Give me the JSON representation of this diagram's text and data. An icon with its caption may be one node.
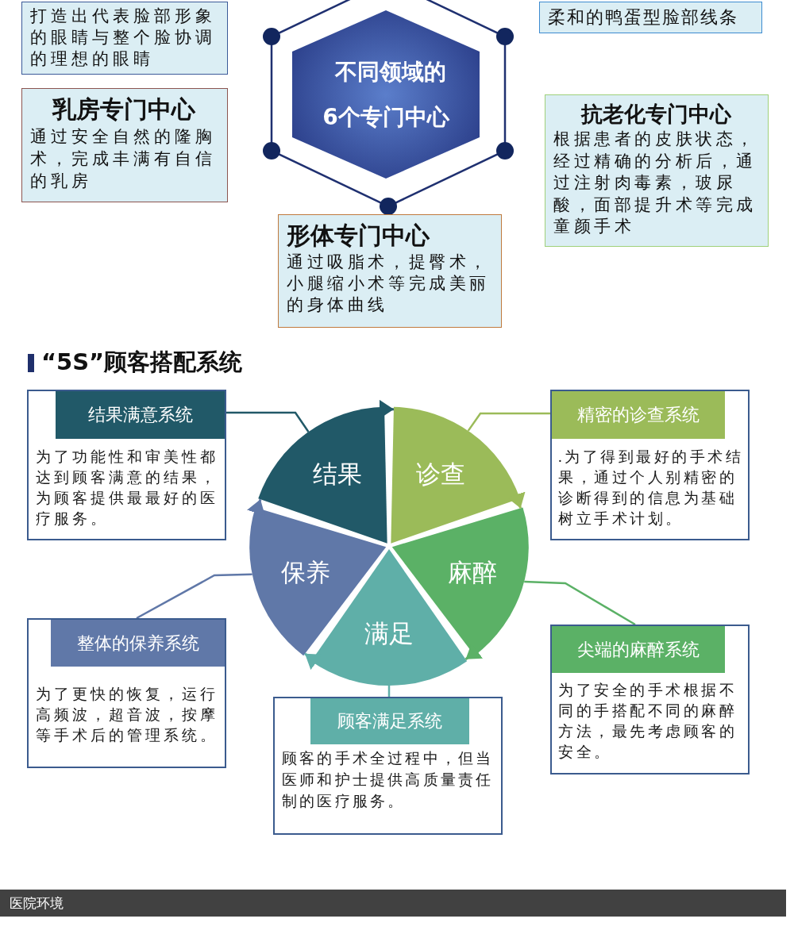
{
  "diagram": {
    "title": "“5S”顾客搭配系统",
    "nodes": [
      {
        "text": [
          "打造出代表脸部形象的眼睛与整个脸协调的理想的眼睛"
        ]
      },
      {
        "text": [
          "不同领域的6个专门中心"
        ]
      },
      {
        "text": [
          "柔和的鸭蛋型脸部线条"
        ]
      },
      {
        "text": [
          "乳房专门中心",
          "通过安全自然的隆胸术，完成丰满有自信的乳房"
        ]
      },
      {
        "text": [
          "抗老化专门中心",
          "根据患者的皮肤状态，经过精确的分析后，通过注射肉毒素，玻尿酸，面部提升术等完成童颜手术"
        ]
      },
      {
        "text": [
          "形体专门中心",
          "通过吸脂术，提臀术，小腿缩小术等完成美丽的身体曲线"
        ]
      },
      {
        "text": [
          "为了功能性和审美性都达到顾客满意的结果，为顾客提供最最好的医疗服务。"
        ]
      },
      {
        "text": [
          "结果满意系统"
        ],
        "in": 6
      },
      {
        "text": [
          "结果"
        ]
      },
      {
        "text": [
          "诊查"
        ]
      },
      {
        "text": [
          ".为了得到最好的手术结果，通过个人别精密的诊断得到的信息为基础树立手术计划。"
        ]
      },
      {
        "text": [
          "精密的诊查系统"
        ],
        "in": 10
      },
      {
        "text": [
          "保养"
        ]
      },
      {
        "text": [
          "麻醉"
        ]
      },
      {
        "text": [
          "为了更快的恢复，运行高频波，超音波，按摩等手术后的管理系统。"
        ]
      },
      {
        "text": [
          "整体的保养系统"
        ],
        "in": 14
      },
      {
        "text": [
          "满足"
        ]
      },
      {
        "text": [
          "为了安全的手术根据不同的手搭配不同的麻醉方法，最先考虑顾客的安全。"
        ]
      },
      {
        "text": [
          "尖端的麻醉系统"
        ],
        "in": 17
      },
      {
        "text": [
          "顾客的手术全过程中，但当医师和护士提供高质量责任制的医疗服务。"
        ]
      },
      {
        "text": [
          "顾客满足系统"
        ],
        "in": 19
      }
    ],
    "edges": [
      {
        "from": 8,
        "to": 9,
        "arrow": "to",
        "color": "#215968"
      },
      {
        "from": 9,
        "to": 13,
        "arrow": "to",
        "color": "#9bbb59"
      },
      {
        "from": 13,
        "to": 16,
        "arrow": "to",
        "color": "#5bb166"
      },
      {
        "from": 16,
        "to": 12,
        "arrow": "to",
        "color": "#5fafa8"
      },
      {
        "from": 12,
        "to": 8,
        "arrow": "to",
        "color": "#6078a8"
      },
      {
        "from": 8,
        "to": 6,
        "arrow": "none",
        "color": "#215968"
      },
      {
        "from": 9,
        "to": 10,
        "arrow": "none",
        "color": "#9bbb59"
      },
      {
        "from": 13,
        "to": 17,
        "arrow": "none",
        "color": "#5bb166"
      },
      {
        "from": 16,
        "to": 19,
        "arrow": "none",
        "color": "#5fafa8"
      },
      {
        "from": 12,
        "to": 14,
        "arrow": "none",
        "color": "#6078a8"
      }
    ],
    "labels": [
      "医院环境"
    ]
  }
}
